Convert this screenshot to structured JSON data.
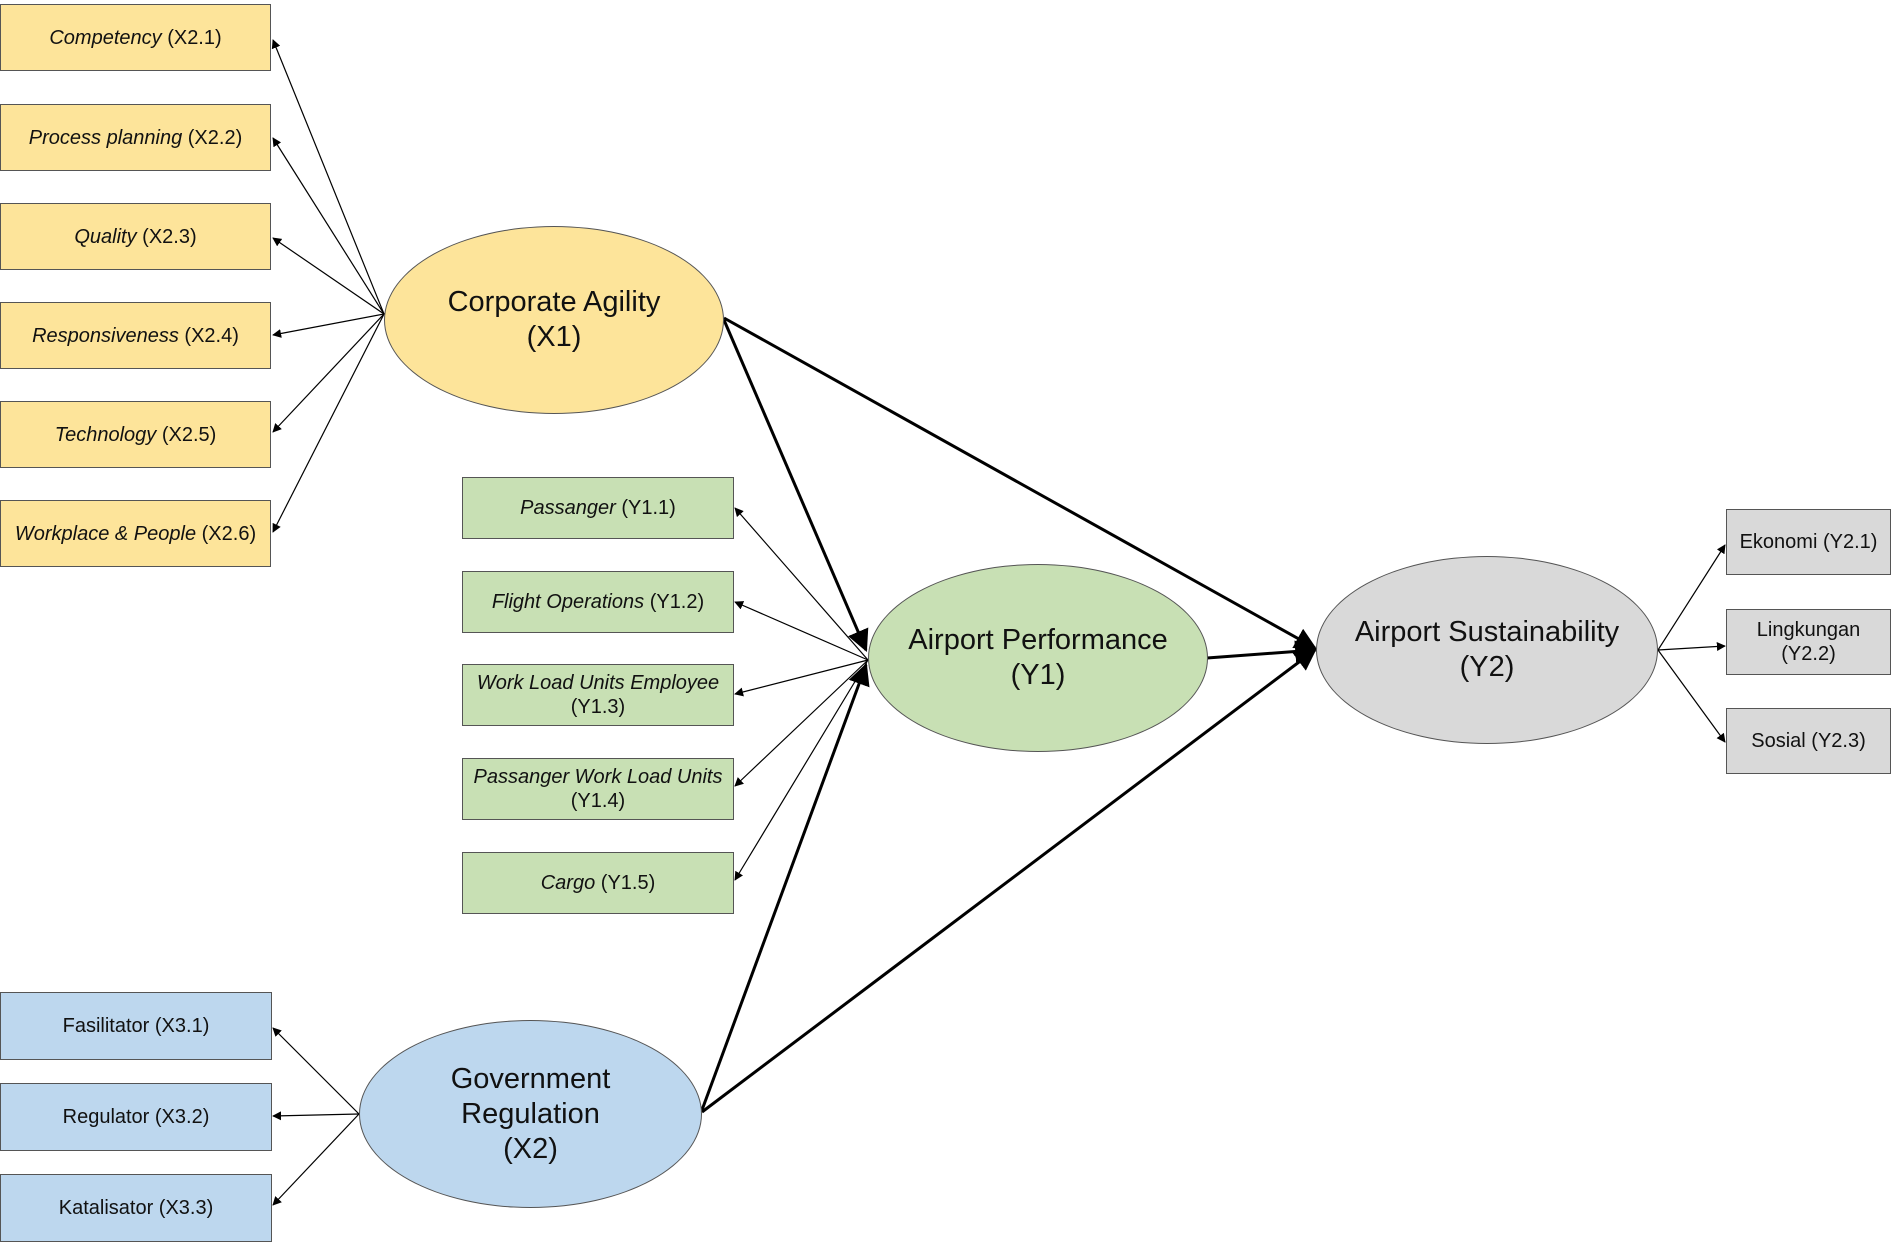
{
  "constructs": {
    "corporate_agility": {
      "name": "Corporate Agility",
      "code": "(X1)"
    },
    "government_regulation": {
      "name_line1": "Government",
      "name_line2": "Regulation",
      "code": "(X2)"
    },
    "airport_performance": {
      "name": "Airport Performance",
      "code": "(Y1)"
    },
    "airport_sustainability": {
      "name": "Airport Sustainability",
      "code": "(Y2)"
    }
  },
  "indicators": {
    "x2_1": {
      "name": "Competency",
      "code": "(X2.1)"
    },
    "x2_2": {
      "name": "Process planning",
      "code": "(X2.2)"
    },
    "x2_3": {
      "name": "Quality",
      "code": "(X2.3)"
    },
    "x2_4": {
      "name": "Responsiveness",
      "code": "(X2.4)"
    },
    "x2_5": {
      "name": "Technology",
      "code": "(X2.5)"
    },
    "x2_6": {
      "name": "Workplace & People",
      "code": "(X2.6)"
    },
    "y1_1": {
      "name": "Passanger",
      "code": "(Y1.1)"
    },
    "y1_2": {
      "name": "Flight Operations",
      "code": "(Y1.2)"
    },
    "y1_3": {
      "name": "Work Load Units Employee",
      "code": "(Y1.3)"
    },
    "y1_4": {
      "name": "Passanger Work Load Units",
      "code": "(Y1.4)"
    },
    "y1_5": {
      "name": "Cargo",
      "code": "(Y1.5)"
    },
    "x3_1": {
      "label": "Fasilitator (X3.1)"
    },
    "x3_2": {
      "label": "Regulator (X3.2)"
    },
    "x3_3": {
      "label": "Katalisator (X3.3)"
    },
    "y2_1": {
      "label": "Ekonomi (Y2.1)"
    },
    "y2_2": {
      "name": "Lingkungan",
      "code": "(Y2.2)"
    },
    "y2_3": {
      "label": "Sosial (Y2.3)"
    }
  },
  "colors": {
    "x1_group": "#fde49a",
    "y1_group": "#c8e0b4",
    "x2_group": "#bdd7ee",
    "y2_group": "#d9d9d9",
    "stroke": "#000000"
  }
}
